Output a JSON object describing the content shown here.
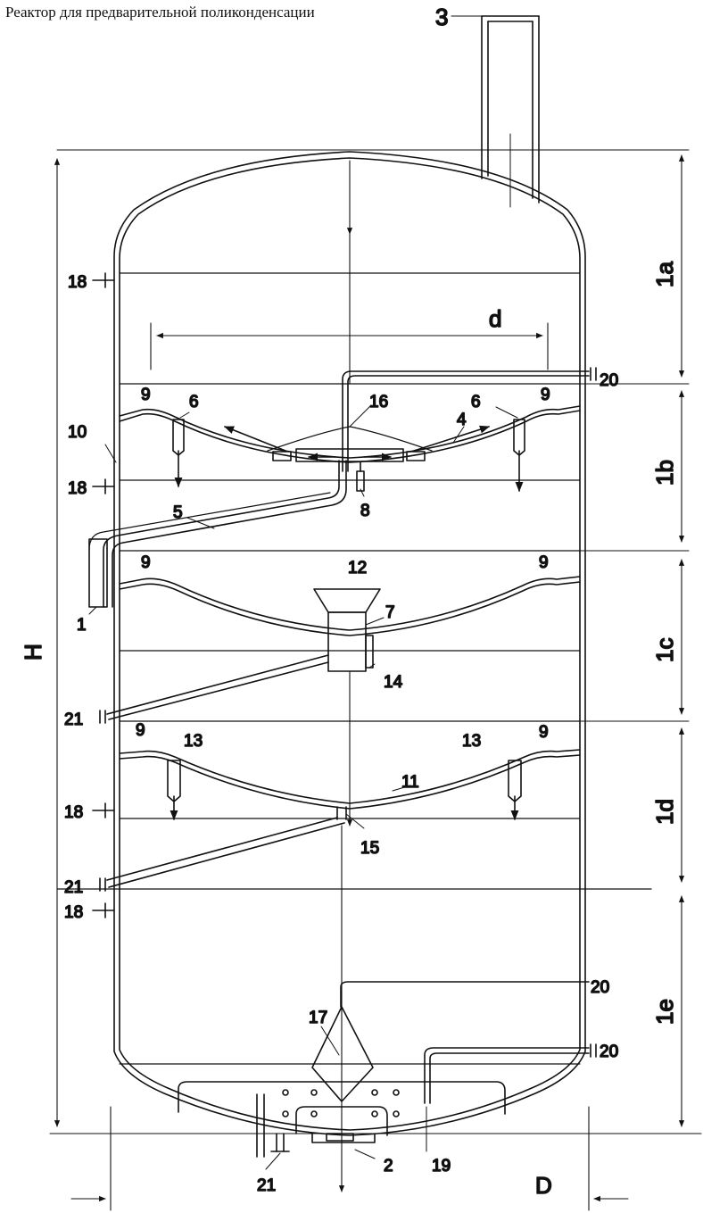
{
  "title": "Реактор для предварительной поликонденсации",
  "dimensions": {
    "height": "H",
    "diameter": "D",
    "inner_diameter": "d",
    "zones": [
      "1a",
      "1b",
      "1c",
      "1d",
      "1e"
    ]
  },
  "callouts": {
    "c1": "1",
    "c2": "2",
    "c3": "3",
    "c4": "4",
    "c5": "5",
    "c6a": "6",
    "c6b": "6",
    "c7": "7",
    "c8": "8",
    "c9a": "9",
    "c9b": "9",
    "c9c": "9",
    "c9d": "9",
    "c9e": "9",
    "c9f": "9",
    "c10": "10",
    "c11": "11",
    "c12": "12",
    "c13a": "13",
    "c13b": "13",
    "c14": "14",
    "c15": "15",
    "c16": "16",
    "c17": "17",
    "c18a": "18",
    "c18b": "18",
    "c18c": "18",
    "c18d": "18",
    "c19": "19",
    "c20a": "20",
    "c20b": "20",
    "c20c": "20",
    "c21a": "21",
    "c21b": "21",
    "c21c": "21"
  },
  "colors": {
    "ink": "#111111",
    "paper": "#ffffff"
  }
}
